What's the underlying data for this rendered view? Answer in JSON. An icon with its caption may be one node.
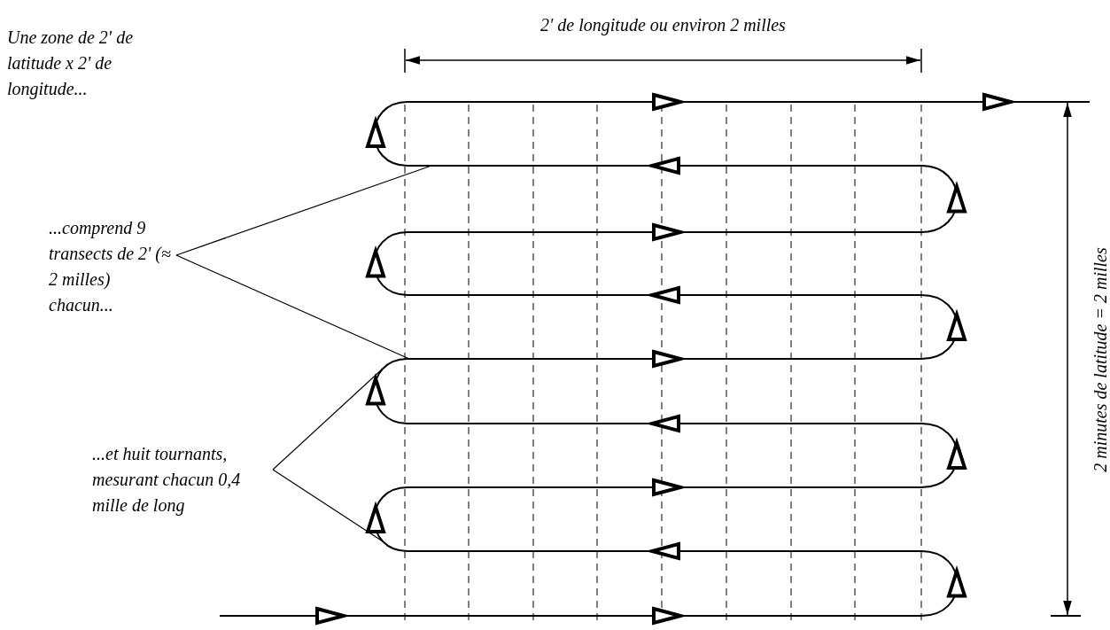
{
  "diagram": {
    "nodes": [
      {
        "text": [
          "...comprend 9 transects de 2' (≈ 2 milles) chacun..."
        ]
      },
      {
        "text": [
          "...et huit tournants, mesurant chacun 0,4 mille de long"
        ]
      }
    ],
    "edges": [
      {
        "from": 0,
        "to": null,
        "arrow": "none"
      },
      {
        "from": 0,
        "to": null,
        "arrow": "none"
      },
      {
        "from": 1,
        "to": null,
        "arrow": "none"
      },
      {
        "from": 1,
        "to": null,
        "arrow": "none"
      }
    ],
    "labels": [
      "Une zone de 2' de latitude x 2' de longitude...",
      "2' de longitude ou environ 2 milles",
      "2 minutes de latitude = 2 milles"
    ]
  }
}
